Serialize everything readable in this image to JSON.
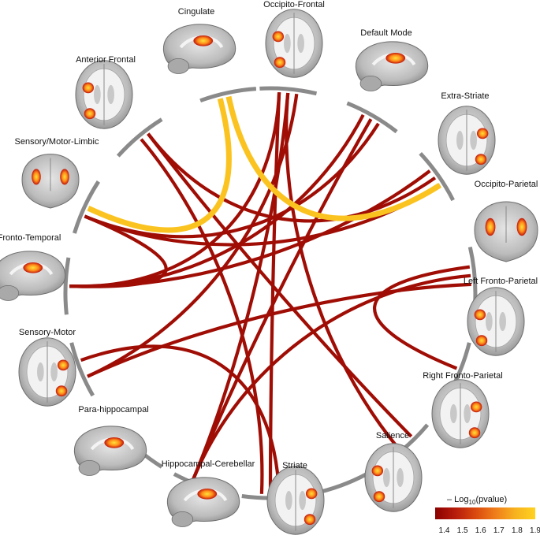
{
  "regions": [
    {
      "id": "cingulate",
      "label": "Cingulate",
      "view": "sagittal"
    },
    {
      "id": "occipito-frontal",
      "label": "Occipito-Frontal",
      "view": "axial"
    },
    {
      "id": "default-mode",
      "label": "Default Mode",
      "view": "sagittal"
    },
    {
      "id": "extra-striate",
      "label": "Extra-Striate",
      "view": "axial"
    },
    {
      "id": "occipito-parietal",
      "label": "Occipito-Parietal",
      "view": "coronal"
    },
    {
      "id": "left-fronto-parietal",
      "label": "Left Fronto-Parietal",
      "view": "axial"
    },
    {
      "id": "right-fronto-parietal",
      "label": "Right Fronto-Parietal",
      "view": "axial"
    },
    {
      "id": "salience",
      "label": "Salience",
      "view": "axial"
    },
    {
      "id": "striate",
      "label": "Striate",
      "view": "axial"
    },
    {
      "id": "hippocampal-cerebellar",
      "label": "Hippocampal-Cerebellar",
      "view": "sagittal"
    },
    {
      "id": "para-hippocampal",
      "label": "Para-hippocampal",
      "view": "sagittal"
    },
    {
      "id": "sensory-motor",
      "label": "Sensory-Motor",
      "view": "axial"
    },
    {
      "id": "fronto-temporal",
      "label": "Fronto-Temporal",
      "view": "sagittal"
    },
    {
      "id": "sensory-motor-limbic",
      "label": "Sensory/Motor-Limbic",
      "view": "coronal"
    },
    {
      "id": "anterior-frontal",
      "label": "Anterior Frontal",
      "view": "axial"
    }
  ],
  "connections": [
    {
      "from": "cingulate",
      "to": "sensory-motor-limbic",
      "value": 1.85
    },
    {
      "from": "cingulate",
      "to": "extra-striate",
      "value": 1.85
    },
    {
      "from": "occipito-frontal",
      "to": "striate",
      "value": 1.4
    },
    {
      "from": "occipito-frontal",
      "to": "hippocampal-cerebellar",
      "value": 1.4
    },
    {
      "from": "occipito-frontal",
      "to": "sensory-motor",
      "value": 1.4
    },
    {
      "from": "occipito-frontal",
      "to": "fronto-temporal",
      "value": 1.4
    },
    {
      "from": "occipito-frontal",
      "to": "right-fronto-parietal",
      "value": 1.4
    },
    {
      "from": "default-mode",
      "to": "sensory-motor-limbic",
      "value": 1.4
    },
    {
      "from": "default-mode",
      "to": "fronto-temporal",
      "value": 1.4
    },
    {
      "from": "default-mode",
      "to": "hippocampal-cerebellar",
      "value": 1.4
    },
    {
      "from": "extra-striate",
      "to": "sensory-motor-limbic",
      "value": 1.4
    },
    {
      "from": "extra-striate",
      "to": "fronto-temporal",
      "value": 1.4
    },
    {
      "from": "extra-striate",
      "to": "anterior-frontal",
      "value": 1.4
    },
    {
      "from": "occipito-parietal",
      "to": "sensory-motor",
      "value": 1.4
    },
    {
      "from": "occipito-parietal",
      "to": "left-fronto-parietal",
      "value": 1.4
    },
    {
      "from": "occipito-parietal",
      "to": "hippocampal-cerebellar",
      "value": 1.4
    },
    {
      "from": "sensory-motor",
      "to": "striate",
      "value": 1.4
    },
    {
      "from": "sensory-motor-limbic",
      "to": "fronto-temporal",
      "value": 1.4
    },
    {
      "from": "anterior-frontal",
      "to": "striate",
      "value": 1.4
    },
    {
      "from": "anterior-frontal",
      "to": "right-fronto-parietal",
      "value": 1.4
    }
  ],
  "legend": {
    "title_prefix": "– Log",
    "title_sub": "10",
    "title_suffix": "(pvalue)",
    "ticks": [
      "1.4",
      "1.5",
      "1.6",
      "1.7",
      "1.8",
      "1.9"
    ],
    "range": [
      1.35,
      1.9
    ],
    "colors": [
      "#8b0000",
      "#b71c0c",
      "#d9480f",
      "#ef7d1a",
      "#f7b21f",
      "#ffd21f"
    ]
  },
  "palette": {
    "arc": "#8a8a8a",
    "brain_fill": "#bdbdbd",
    "brain_edge": "#6e6e6e",
    "activation_core": "#ffd21f",
    "activation_edge": "#c0150a"
  }
}
